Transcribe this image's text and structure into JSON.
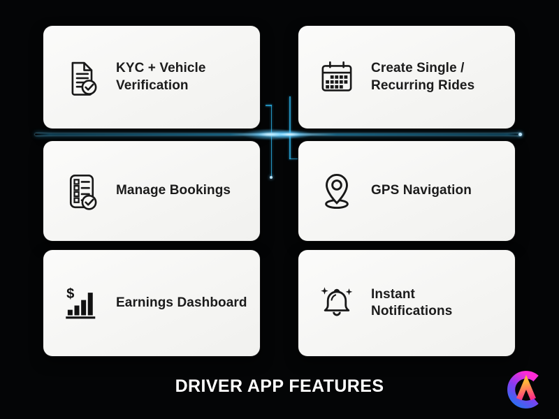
{
  "footer": {
    "title": "DRIVER APP FEATURES"
  },
  "cards": [
    {
      "id": "kyc-verification",
      "icon": "document-check-icon",
      "lines": [
        "KYC + Vehicle",
        "Verification"
      ]
    },
    {
      "id": "create-rides",
      "icon": "calendar-icon",
      "lines": [
        "Create Single /",
        "Recurring Rides"
      ]
    },
    {
      "id": "manage-bookings",
      "icon": "checklist-check-icon",
      "lines": [
        "Manage Bookings"
      ]
    },
    {
      "id": "gps-navigation",
      "icon": "location-pin-icon",
      "lines": [
        "GPS Navigation"
      ]
    },
    {
      "id": "earnings-dashboard",
      "icon": "dollar-bar-chart-icon",
      "lines": [
        "Earnings Dashboard"
      ]
    },
    {
      "id": "instant-notifications",
      "icon": "bell-sparkles-icon",
      "lines": [
        "Instant",
        "Notifications"
      ]
    }
  ],
  "decor": {
    "glow_line": "horizontal-circuit-glow",
    "logo": "ca-gradient-logo"
  },
  "colors": {
    "background": "#040506",
    "card_bg": "#f7f7f5",
    "card_text": "#1b1b1b",
    "icon_stroke": "#181818",
    "accent_glow": "#29abe2",
    "title_text": "#ffffff",
    "logo_ring_top": "#ff2bd6",
    "logo_ring_bottom": "#2e6df0",
    "logo_mark_top": "#ffb63a",
    "logo_mark_bottom": "#ff2f87"
  }
}
